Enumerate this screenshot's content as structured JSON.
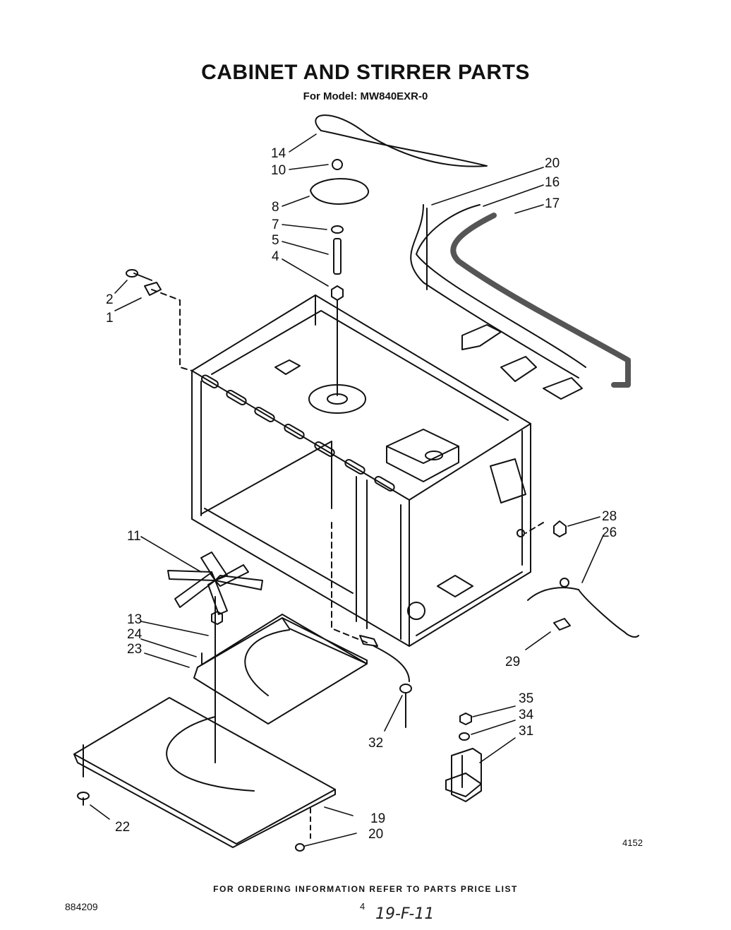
{
  "header": {
    "title": "CABINET AND STIRRER PARTS",
    "subtitle": "For Model: MW840EXR-0"
  },
  "callouts": [
    {
      "id": "14",
      "label": "14"
    },
    {
      "id": "10",
      "label": "10"
    },
    {
      "id": "8",
      "label": "8"
    },
    {
      "id": "7",
      "label": "7"
    },
    {
      "id": "5",
      "label": "5"
    },
    {
      "id": "4",
      "label": "4"
    },
    {
      "id": "2",
      "label": "2"
    },
    {
      "id": "1",
      "label": "1"
    },
    {
      "id": "20a",
      "label": "20"
    },
    {
      "id": "16",
      "label": "16"
    },
    {
      "id": "17",
      "label": "17"
    },
    {
      "id": "28",
      "label": "28"
    },
    {
      "id": "26",
      "label": "26"
    },
    {
      "id": "11",
      "label": "11"
    },
    {
      "id": "13",
      "label": "13"
    },
    {
      "id": "24",
      "label": "24"
    },
    {
      "id": "23",
      "label": "23"
    },
    {
      "id": "29",
      "label": "29"
    },
    {
      "id": "35",
      "label": "35"
    },
    {
      "id": "34",
      "label": "34"
    },
    {
      "id": "31",
      "label": "31"
    },
    {
      "id": "32",
      "label": "32"
    },
    {
      "id": "19",
      "label": "19"
    },
    {
      "id": "20b",
      "label": "20"
    },
    {
      "id": "22",
      "label": "22"
    }
  ],
  "drawing_id": "4152",
  "footer": {
    "ordering_note": "FOR ORDERING INFORMATION REFER TO PARTS PRICE LIST",
    "doc_number": "884209",
    "page_number": "4",
    "handwritten_note": "19-F-11"
  }
}
